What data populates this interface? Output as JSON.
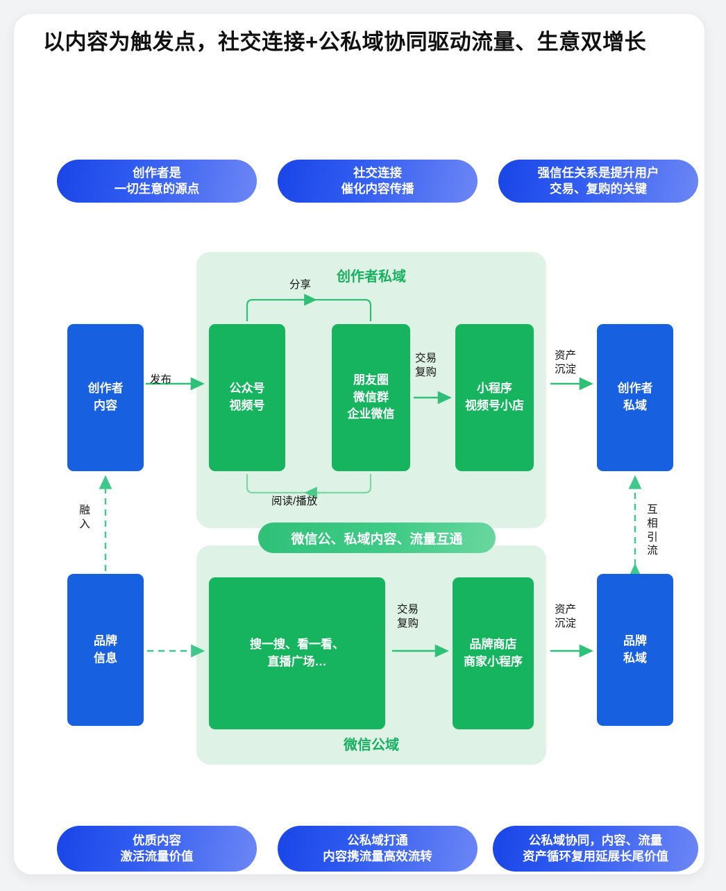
{
  "page": {
    "title": "以内容为触发点，社交连接+公私域协同驱动流量、生意双增长"
  },
  "colors": {
    "blue": "#1760e0",
    "green": "#16b45e",
    "light_green_zone": "#dff2e6",
    "zone_title_green": "#17b060",
    "pill_gradient_start": "#1a45e8",
    "pill_gradient_end": "#6c86f5",
    "badge_gradient_start": "#2fc078",
    "badge_gradient_end": "#6ad79f",
    "arrow_green": "#2fc078",
    "card_bg": "#ffffff",
    "page_bg": "#f2f3f5"
  },
  "top_pills": [
    {
      "line1": "创作者是",
      "line2": "一切生意的源点"
    },
    {
      "line1": "社交连接",
      "line2": "催化内容传播"
    },
    {
      "line1": "强信任关系是提升用户",
      "line2": "交易、复购的关键"
    }
  ],
  "bottom_pills": [
    {
      "line1": "优质内容",
      "line2": "激活流量价值"
    },
    {
      "line1": "公私域打通",
      "line2": "内容携流量高效流转"
    },
    {
      "line1": "公私域协同，内容、流量",
      "line2": "资产循环复用延展长尾价值"
    }
  ],
  "zones": {
    "private": {
      "title": "创作者私域"
    },
    "public": {
      "title": "微信公域"
    }
  },
  "badge": {
    "label": "微信公、私域内容、流量互通"
  },
  "nodes": {
    "creator_content": {
      "line1": "创作者",
      "line2": "内容"
    },
    "brand_info": {
      "line1": "品牌",
      "line2": "信息"
    },
    "creator_private": {
      "line1": "创作者",
      "line2": "私域"
    },
    "brand_private": {
      "line1": "品牌",
      "line2": "私域"
    },
    "official_account": {
      "line1": "公众号",
      "line2": "视频号"
    },
    "moments": {
      "line1": "朋友圈",
      "line2": "微信群",
      "line3": "企业微信"
    },
    "mini_program": {
      "line1": "小程序",
      "line2": "视频号小店"
    },
    "discover": {
      "line1": "搜一搜、看一看、",
      "line2": "直播广场…"
    },
    "brand_shop": {
      "line1": "品牌商店",
      "line2": "商家小程序"
    }
  },
  "arrow_labels": {
    "publish": "发布",
    "share": "分享",
    "read_play": "阅读/播放",
    "trade_top": {
      "line1": "交易",
      "line2": "复购"
    },
    "trade_bottom": {
      "line1": "交易",
      "line2": "复购"
    },
    "asset_top": {
      "line1": "资产",
      "line2": "沉淀"
    },
    "asset_bottom": {
      "line1": "资产",
      "line2": "沉淀"
    },
    "merge": {
      "c1": "融",
      "c2": "入"
    },
    "mutual": {
      "c1": "互",
      "c2": "相",
      "c3": "引",
      "c4": "流"
    }
  }
}
